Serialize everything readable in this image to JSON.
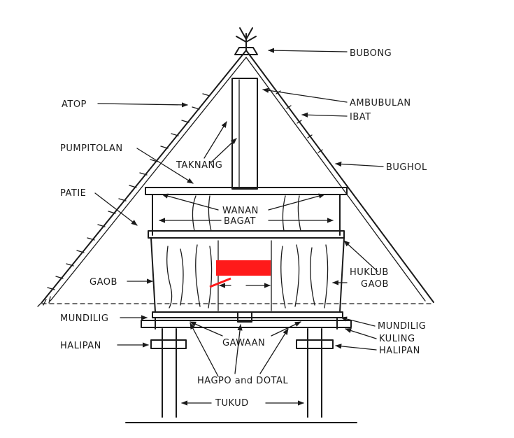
{
  "labels": {
    "bubong": "BUBONG",
    "atop": "ATOP",
    "ambubulan": "AMBUBULAN",
    "ibat": "IBAT",
    "pumpitolan": "PUMPITOLAN",
    "taknang": "TAKNANG",
    "bughol": "BUGHOL",
    "patie": "PATIE",
    "wanan": "WANAN",
    "bagat": "BAGAT",
    "gaob_left": "GAOB",
    "huklub": "HUKLUB",
    "gaob_right": "GAOB",
    "mundilig_left": "MUNDILIG",
    "mundilig_right": "MUNDILIG",
    "kuling": "KULING",
    "halipan_left": "HALIPAN",
    "halipan_right": "HALIPAN",
    "gawaan": "GAWAAN",
    "hagpo_dotal": "HAGPO and DOTAL",
    "tukud": "TUKUD"
  },
  "colors": {
    "ink": "#1a1a1a",
    "redaction": "#ff1a1a",
    "background": "#ffffff"
  }
}
